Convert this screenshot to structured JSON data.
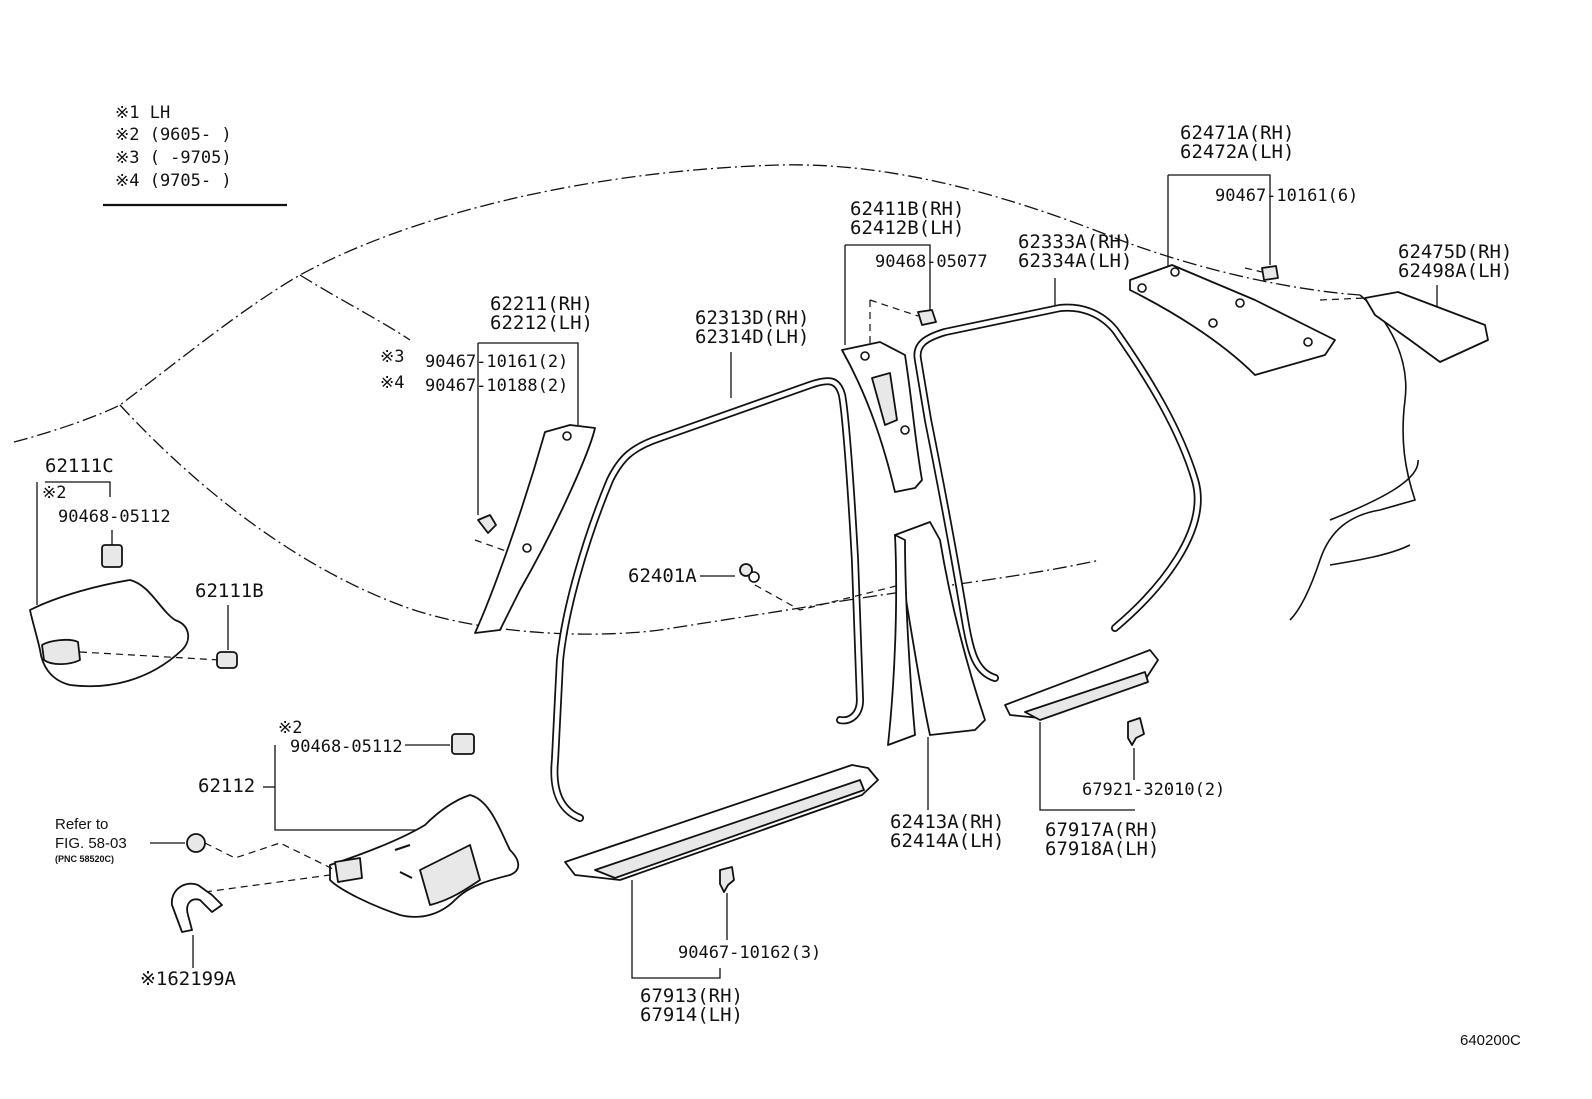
{
  "notes": {
    "n1": "※1 LH",
    "n2": "※2 (9605-     )",
    "n3": "※3 (     -9705)",
    "n4": "※4 (9705-     )"
  },
  "parts": {
    "p62111C": "62111C",
    "p62111C_note": "※2",
    "p90468_05112_a": "90468-05112",
    "p62111B": "62111B",
    "p62112": "62112",
    "p62112_note": "※2",
    "p90468_05112_b": "90468-05112",
    "refer_to": "Refer to",
    "refer_fig": "FIG. 58-03",
    "refer_pnc": "(PNC 58520C)",
    "p62199A": "※162199A",
    "p62211": "62211(RH)",
    "p62212": "62212(LH)",
    "n3_tag": "※3",
    "n4_tag": "※4",
    "p90467_10161_2": "90467-10161(2)",
    "p90467_10188_2": "90467-10188(2)",
    "p62313D": "62313D(RH)",
    "p62314D": "62314D(LH)",
    "p62401A": "62401A",
    "p62411B": "62411B(RH)",
    "p62412B": "62412B(LH)",
    "p90468_05077": "90468-05077",
    "p62413A": "62413A(RH)",
    "p62414A": "62414A(LH)",
    "p62333A": "62333A(RH)",
    "p62334A": "62334A(LH)",
    "p62471A": "62471A(RH)",
    "p62472A": "62472A(LH)",
    "p90467_10161_6": "90467-10161(6)",
    "p62475D": "62475D(RH)",
    "p62498A": "62498A(LH)",
    "p67917A": "67917A(RH)",
    "p67918A": "67918A(LH)",
    "p67921_32010": "67921-32010(2)",
    "p90467_10162_3": "90467-10162(3)",
    "p67913": "67913(RH)",
    "p67914": "67914(LH)"
  },
  "figure_code": "640200C"
}
